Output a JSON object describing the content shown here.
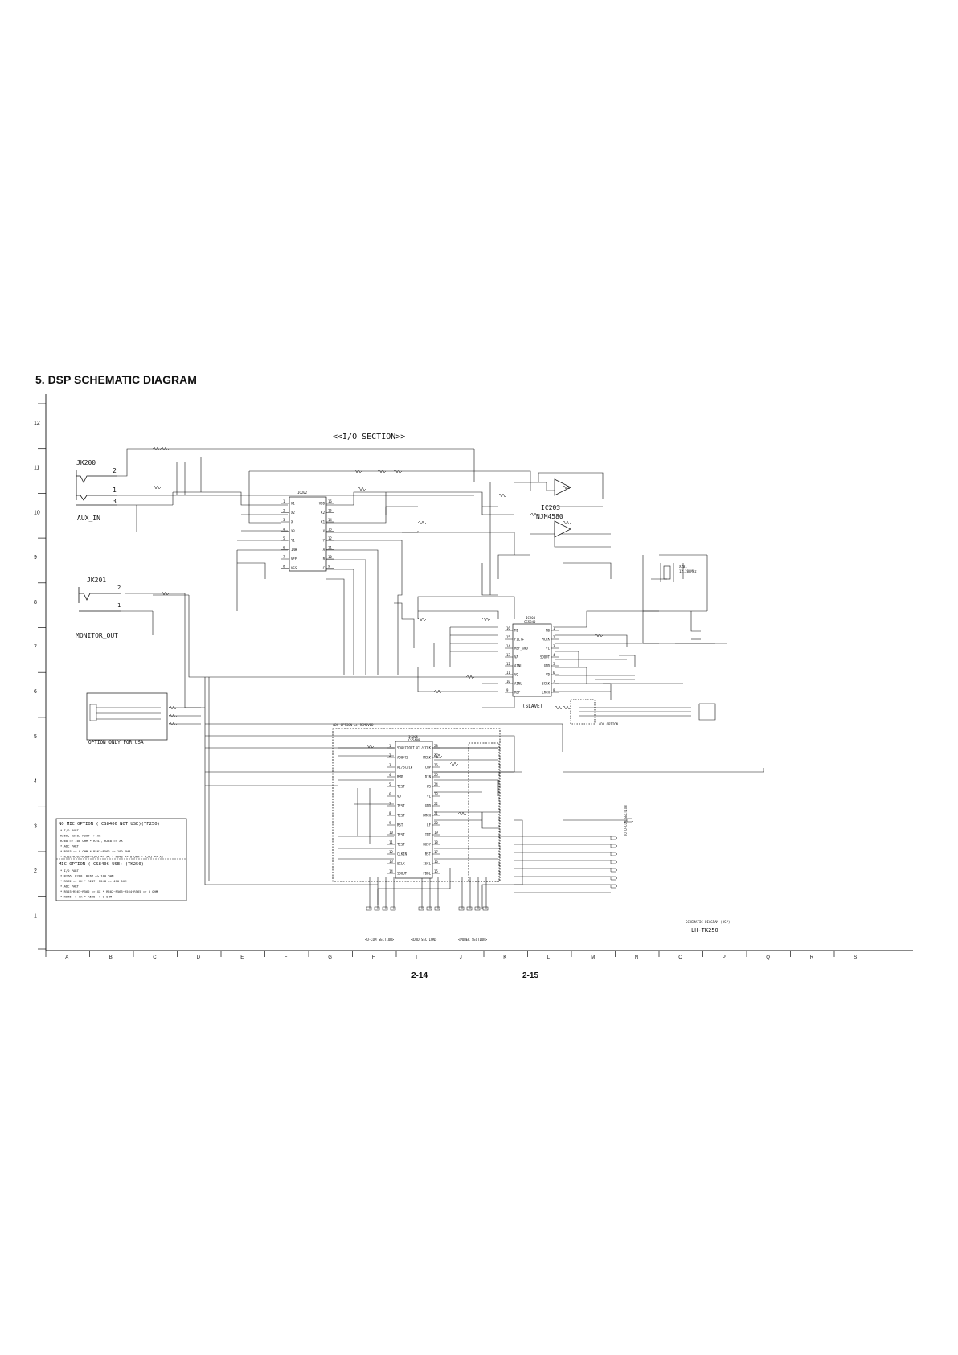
{
  "page": {
    "title": "5. DSP SCHEMATIC DIAGRAM",
    "page_left": "2-14",
    "page_right": "2-15"
  },
  "grid": {
    "rows": [
      "12",
      "11",
      "10",
      "9",
      "8",
      "7",
      "6",
      "5",
      "4",
      "3",
      "2",
      "1"
    ],
    "cols": [
      "A",
      "B",
      "C",
      "D",
      "E",
      "F",
      "G",
      "H",
      "I",
      "J",
      "K",
      "L",
      "M",
      "N",
      "O",
      "P",
      "Q",
      "R",
      "S",
      "T"
    ]
  },
  "sections": {
    "io": "<<I/O SECTION>>",
    "ucom": "<U-COM SECTION>",
    "dvd": "<DVD SECTION>",
    "power": "<POWER SECTION>",
    "to_ucom": "TO U-COM SECTION",
    "adc_option": "ADC OPTION",
    "adc_option_removed": "ADC OPTION => REMOVED"
  },
  "connectors": {
    "jk200": "JK200",
    "jk200_sub": "AUX_IN",
    "jk200_pins": [
      "2",
      "1",
      "3"
    ],
    "jk201": "JK201",
    "jk201_sub": "MONITOR_OUT",
    "jk201_pins": [
      "2",
      "1"
    ],
    "option_usa": "OPTION ONLY FOR USA"
  },
  "ics": {
    "ic202": {
      "name": "IC202",
      "pins_left": [
        "1",
        "2",
        "3",
        "4",
        "5",
        "6",
        "7",
        "8"
      ],
      "pins_right": [
        "16",
        "15",
        "14",
        "13",
        "12",
        "11",
        "10",
        "9"
      ],
      "names_left": [
        "X1",
        "X2",
        "X",
        "X3",
        "Y1",
        "INH",
        "VEE",
        "VSS"
      ],
      "names_right": [
        "VDD",
        "X2",
        "X1",
        "X",
        "Y",
        "A",
        "B",
        "C"
      ]
    },
    "ic203": {
      "name": "IC203",
      "part": "NJM4580"
    },
    "ic204": {
      "name": "IC204",
      "part": "CS5340",
      "role": "(SLAVE)",
      "pins_left": [
        "16",
        "15",
        "14",
        "13",
        "12",
        "11",
        "10",
        "9"
      ],
      "pins_right": [
        "1",
        "2",
        "3",
        "4",
        "5",
        "6",
        "7",
        "8"
      ],
      "names_left": [
        "M1",
        "FILT+",
        "REF_GND",
        "VA",
        "AINL",
        "VQ",
        "AINL",
        "REF"
      ],
      "names_right": [
        "M0",
        "MCLK",
        "VL",
        "SDOUT",
        "GND",
        "VD",
        "SCLK",
        "LRCK"
      ]
    },
    "ic205": {
      "name": "IC205",
      "part": "CS5400",
      "pins_left": [
        "1",
        "2",
        "3",
        "4",
        "5",
        "6",
        "7",
        "8",
        "9",
        "10",
        "11",
        "12",
        "13",
        "14"
      ],
      "pins_right": [
        "28",
        "27",
        "26",
        "25",
        "24",
        "23",
        "22",
        "21",
        "20",
        "19",
        "18",
        "17",
        "16",
        "15"
      ],
      "names_left": [
        "SDA/CDOUT",
        "AD0/CS",
        "A1/SCDIN",
        "RMP",
        "TEST",
        "VD",
        "TEST",
        "TEST",
        "RST",
        "TEST",
        "TEST",
        "CLKIN",
        "SCLK",
        "SDOUT"
      ],
      "names_right": [
        "SCL/CCLK",
        "MCLK",
        "CMP",
        "DIN",
        "WS",
        "VL",
        "GND",
        "DMCK",
        "LF",
        "INT",
        "BUSY",
        "RST",
        "ISCL",
        "FDBL"
      ]
    },
    "crystal": {
      "name": "X201",
      "freq": "12.288MHz"
    }
  },
  "notes": {
    "title1": "NO MIC OPTION ( CS8406 NOT USE)(TF250)",
    "lines1": [
      "* I/O PART",
      "  R266, R268, R267 => XX",
      "  R268 => 100 OHM      * R247, R248 => XX",
      "* ADC PART",
      "  * R503 => 0 OHM        * R561~R562 => 100 OHM",
      "  * R502~R563~R564~R565 => XX    * R648 => 0 OHM   * R595 => XX"
    ],
    "title2": "MIC OPTION ( CS8406 USE) (TK250)",
    "lines2": [
      "* I/O PART",
      "  * R266, R268, R267 => 100 OHM",
      "  * R562 => XX       * R247, R248 => 470 OHM",
      "* ADC PART",
      "  * R503~R563~R562 => XX    * R502~R563~R564~R565 => 0 OHM",
      "  * R645 => XX    * R595 => 0 OHM"
    ]
  },
  "footer": {
    "label": "SCHEMATIC DIAGRAM (DSP)",
    "model": "LH-TK250"
  }
}
